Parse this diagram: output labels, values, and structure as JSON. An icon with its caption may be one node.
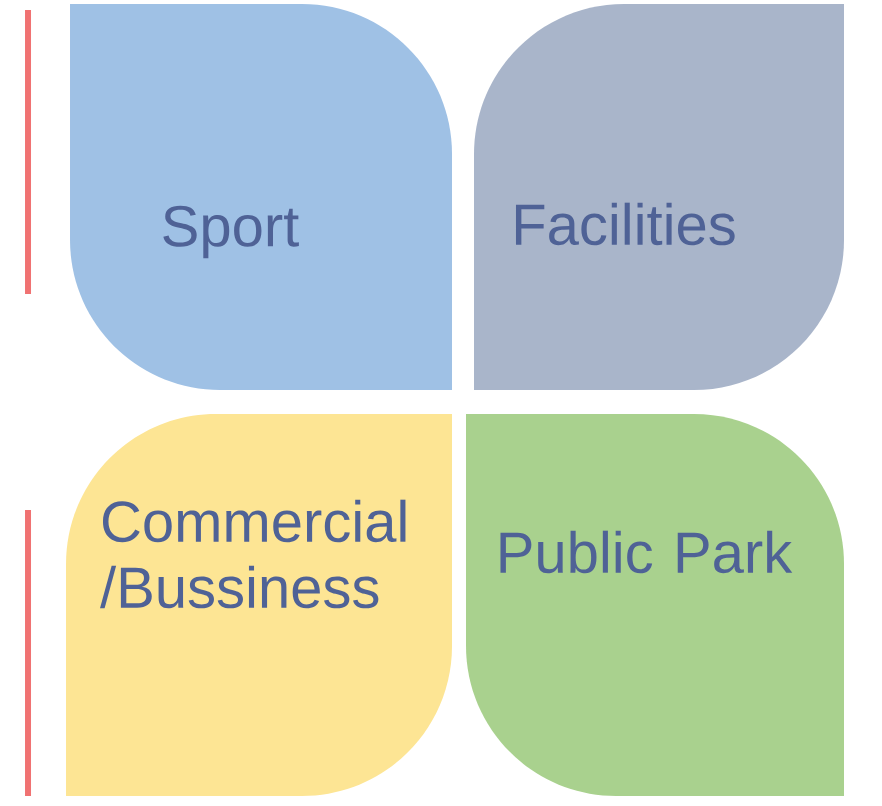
{
  "diagram": {
    "nodes": [
      {
        "text": [
          "Sport"
        ]
      },
      {
        "text": [
          "Facilities"
        ]
      },
      {
        "text": [
          "Commercial /Bussiness"
        ]
      },
      {
        "text": [
          "Public Park"
        ]
      }
    ]
  }
}
